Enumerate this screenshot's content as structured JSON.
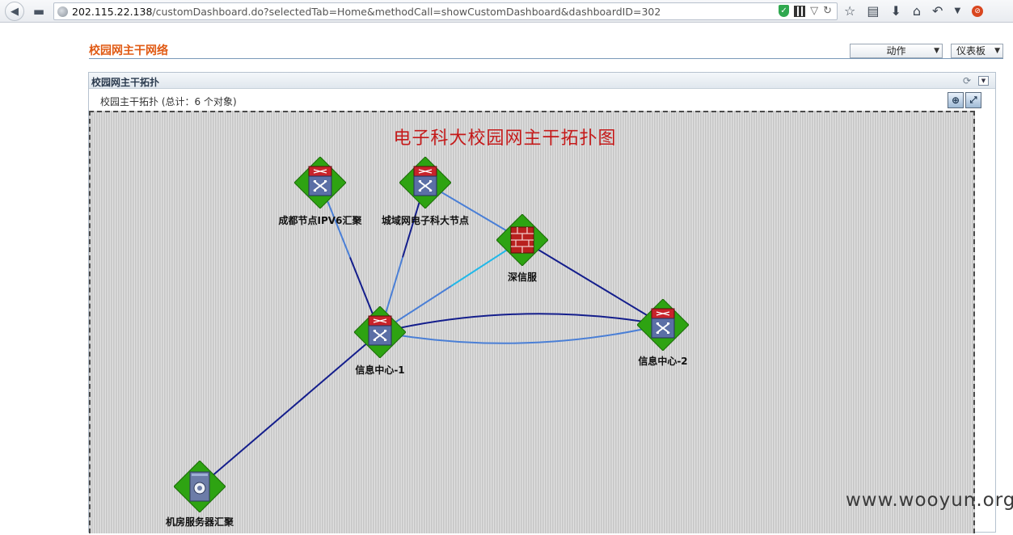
{
  "browser": {
    "url_host": "202.115.22.138",
    "url_path": "/customDashboard.do?selectedTab=Home&methodCall=showCustomDashboard&dashboardID=302"
  },
  "page": {
    "title": "校园网主干网络",
    "action_select": "动作",
    "dashboard_select": "仪表板"
  },
  "widget": {
    "title": "校园网主干拓扑",
    "subtitle": "校园主干拓扑 (总计：6 个对象)",
    "topology_title": "电子科大校园网主干拓扑图",
    "nodes": [
      {
        "id": "chengdu",
        "label": "成都节点IPV6汇聚",
        "type": "switch"
      },
      {
        "id": "metro",
        "label": "城域网电子科大节点",
        "type": "switch"
      },
      {
        "id": "firewall",
        "label": "深信服",
        "type": "firewall"
      },
      {
        "id": "dc1",
        "label": "信息中心-1",
        "type": "switch"
      },
      {
        "id": "dc2",
        "label": "信息中心-2",
        "type": "switch"
      },
      {
        "id": "server",
        "label": "机房服务器汇聚",
        "type": "server-switch"
      }
    ],
    "links": [
      {
        "from": "chengdu",
        "to": "dc1"
      },
      {
        "from": "metro",
        "to": "dc1"
      },
      {
        "from": "metro",
        "to": "firewall"
      },
      {
        "from": "firewall",
        "to": "dc1"
      },
      {
        "from": "firewall",
        "to": "dc2"
      },
      {
        "from": "dc1",
        "to": "dc2"
      },
      {
        "from": "dc1",
        "to": "dc2"
      },
      {
        "from": "dc1",
        "to": "server"
      }
    ]
  },
  "watermark": "www.wooyun.org",
  "colors": {
    "title_orange": "#e05a14",
    "topology_title_red": "#c51a1a",
    "link_dark": "#141e8c",
    "link_light": "#4a7fd6",
    "link_cyan": "#22b8e8",
    "node_green": "#2ea312"
  }
}
